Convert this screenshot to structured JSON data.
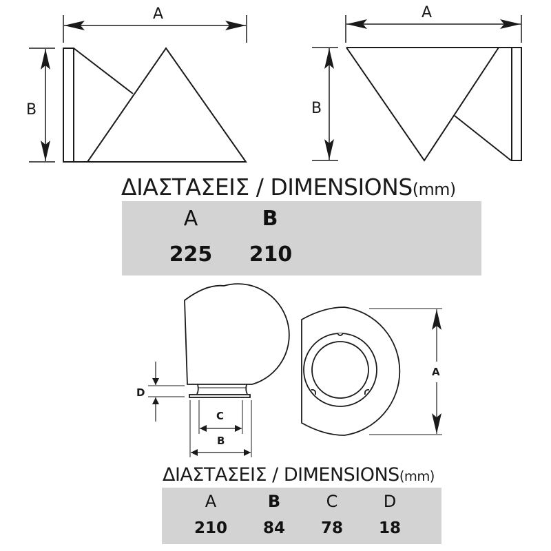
{
  "diagram_1": {
    "left_view": {
      "width_label": "A",
      "height_label": "B"
    },
    "right_view": {
      "width_label": "A",
      "height_label": "B"
    },
    "table": {
      "title": "ΔΙΑΣΤΑΣΕΙΣ / DIMENSIONS",
      "unit": "(mm)",
      "headers": [
        "A",
        "B"
      ],
      "values": [
        "225",
        "210"
      ]
    }
  },
  "diagram_2": {
    "side_view": {
      "height_label": "D",
      "inner_width_label": "C",
      "outer_width_label": "B"
    },
    "front_view": {
      "height_label": "A"
    },
    "table": {
      "title": "ΔΙΑΣΤΑΣΕΙΣ / DIMENSIONS",
      "unit": "(mm)",
      "headers": [
        "A",
        "B",
        "C",
        "D"
      ],
      "values": [
        "210",
        "84",
        "78",
        "18"
      ]
    }
  },
  "colors": {
    "line": "#1a1a1a",
    "table_background": "#d3d3d3",
    "background": "#ffffff"
  }
}
